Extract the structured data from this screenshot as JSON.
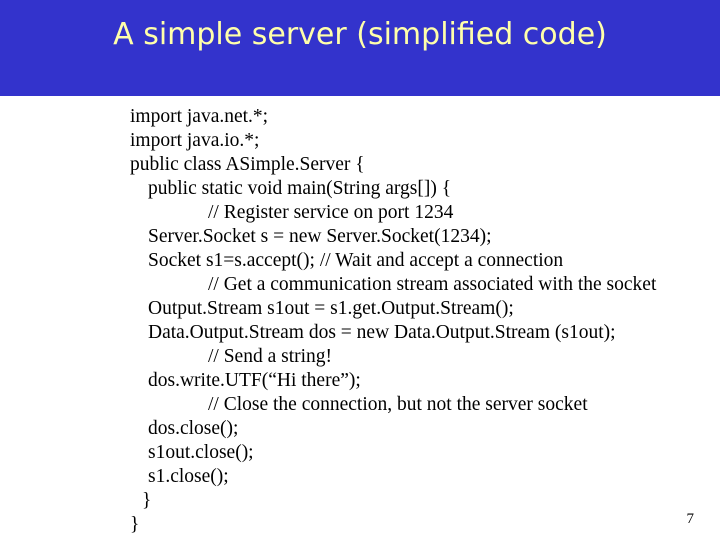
{
  "slide": {
    "title": "A simple server (simplified code)",
    "page_number": "7",
    "colors": {
      "banner_background": "#3333cc",
      "title_text": "#ffffaa",
      "body_background": "#ffffff",
      "code_text": "#000000"
    }
  },
  "code": {
    "lines": [
      {
        "text": "import java.net.*;",
        "indent": "none"
      },
      {
        "text": "import java.io.*;",
        "indent": "none"
      },
      {
        "text": "public class ASimple.Server {",
        "indent": "none"
      },
      {
        "text": "public static void main(String args[]) {",
        "indent": "small"
      },
      {
        "text": "// Register service on port 1234",
        "indent": "large"
      },
      {
        "text": "Server.Socket s = new Server.Socket(1234);",
        "indent": "code"
      },
      {
        "text": "Socket s1=s.accept(); // Wait and accept a connection",
        "indent": "code"
      },
      {
        "text": "// Get a communication stream associated with the socket",
        "indent": "large"
      },
      {
        "text": "Output.Stream s1out = s1.get.Output.Stream();",
        "indent": "code"
      },
      {
        "text": "Data.Output.Stream dos = new Data.Output.Stream (s1out);",
        "indent": "code"
      },
      {
        "text": "// Send a string!",
        "indent": "large"
      },
      {
        "text": "dos.write.UTF(“Hi there”);",
        "indent": "code"
      },
      {
        "text": "// Close the connection, but not the server socket",
        "indent": "large"
      },
      {
        "text": "dos.close();",
        "indent": "code"
      },
      {
        "text": "s1out.close();",
        "indent": "code"
      },
      {
        "text": "s1.close();",
        "indent": "code"
      },
      {
        "text": "}",
        "indent": "brace-inner"
      },
      {
        "text": "}",
        "indent": "brace-outer"
      }
    ]
  }
}
